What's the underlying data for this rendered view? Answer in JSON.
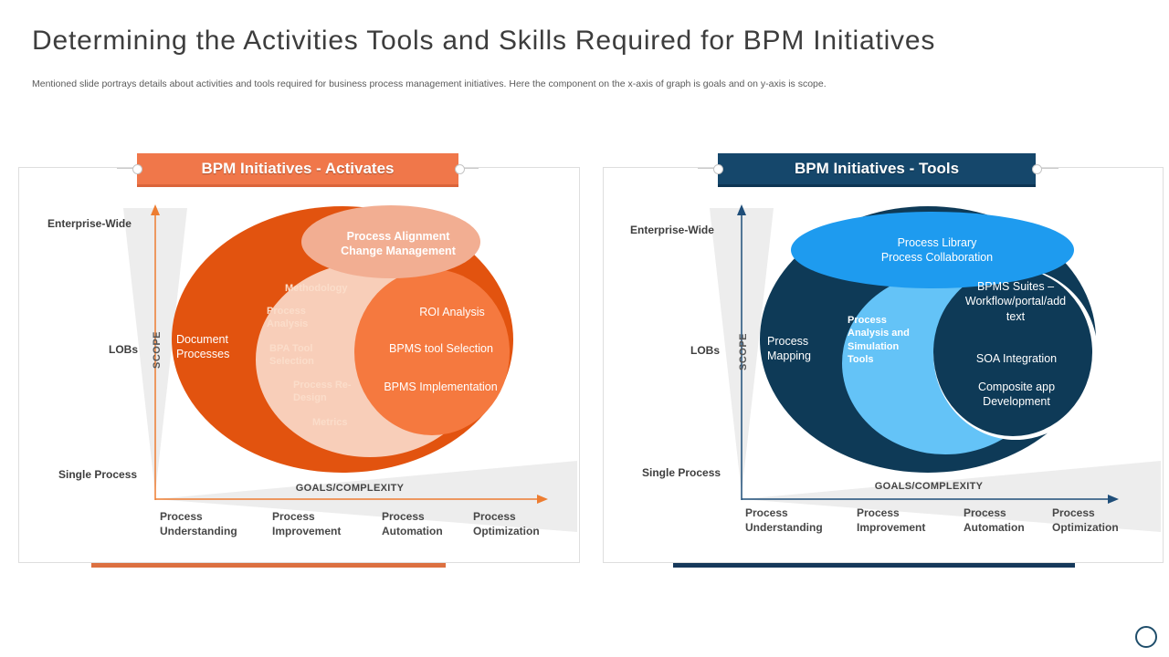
{
  "slide": {
    "title": "Determining the Activities Tools and Skills Required for BPM Initiatives",
    "subtitle": "Mentioned slide portrays details about activities and tools required for business process management initiatives. Here the component on the x-axis  of graph is goals and on y-axis  is scope."
  },
  "colors": {
    "activates_accent": "#F0774A",
    "activates_outer": "#E2530F",
    "activates_middle": "#F8CEB9",
    "activates_inner": "#F5793F",
    "activates_top": "#F2AE92",
    "activates_axis": "#ED7D31",
    "activates_bar": "#DC7040",
    "tools_accent": "#15476B",
    "tools_outer": "#0E3A57",
    "tools_middle": "#64C3F7",
    "tools_inner": "#0E3A57",
    "tools_top": "#1E9BEF",
    "tools_axis": "#1F4E79",
    "tools_bar": "#16395B",
    "wedge_gray": "#EDEDED",
    "rim_white": "#FFFFFF"
  },
  "axes": {
    "y_label": "SCOPE",
    "x_label": "GOALS/COMPLEXITY",
    "y_ticks": [
      "Enterprise-Wide",
      "LOBs",
      "Single Process"
    ],
    "x_ticks": [
      "Process\nUnderstanding",
      "Process\nImprovement",
      "Process\nAutomation",
      "Process\nOptimization"
    ]
  },
  "activates": {
    "header": "BPM Initiatives - Activates",
    "outer_label": "Document\nProcesses",
    "top_label": "Process Alignment\nChange Management",
    "middle_labels": [
      "Methodology",
      "Process\nAnalysis",
      "BPA Tool\nSelection",
      "Process Re-\nDesign",
      "Metrics"
    ],
    "inner_labels": [
      "ROI Analysis",
      "BPMS tool Selection",
      "BPMS Implementation"
    ]
  },
  "tools": {
    "header": "BPM Initiatives - Tools",
    "outer_label": "Process\nMapping",
    "top_label": "Process Library\nProcess Collaboration",
    "middle_label": "Process\nAnalysis and\nSimulation\nTools",
    "inner_labels": [
      "BPMS Suites –\nWorkflow/portal/add\ntext",
      "SOA Integration",
      "Composite app\nDevelopment"
    ]
  }
}
